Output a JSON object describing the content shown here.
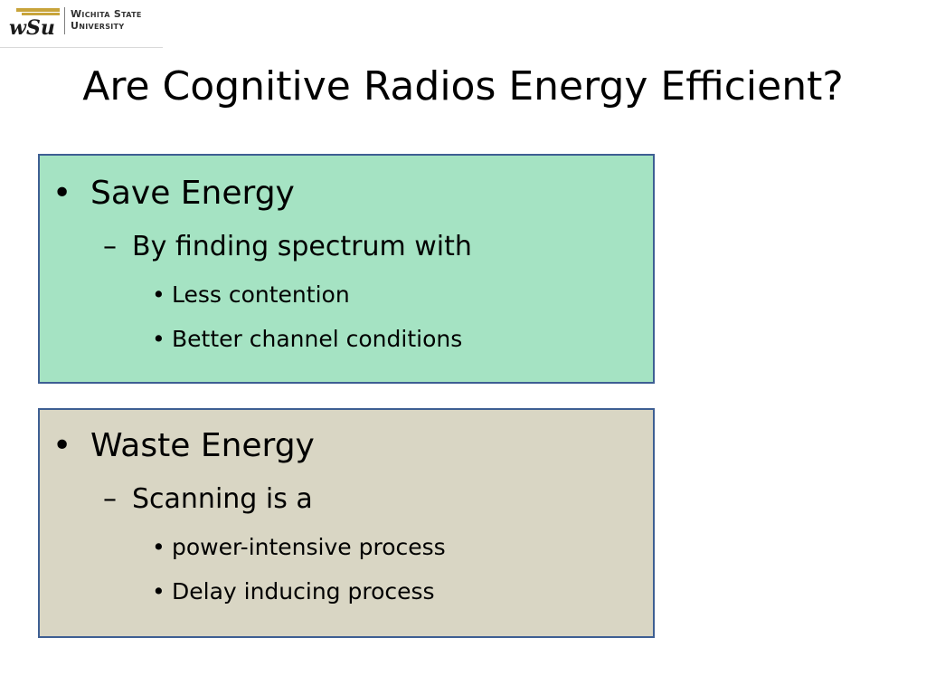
{
  "header": {
    "logo_line1": "Wichita State",
    "logo_line2": "University"
  },
  "slide": {
    "title": "Are Cognitive Radios Energy Efficient?"
  },
  "boxes": [
    {
      "bullet": "Save Energy",
      "sub": "By finding spectrum with",
      "items": [
        "Less contention",
        "Better channel conditions"
      ]
    },
    {
      "bullet": "Waste Energy",
      "sub": "Scanning is a",
      "items": [
        "power-intensive process",
        "Delay inducing process"
      ]
    }
  ],
  "markers": {
    "level1": "•",
    "level2": "–",
    "level3": "•"
  },
  "colors": {
    "box_save_bg": "#a5e3c3",
    "box_waste_bg": "#d9d6c4",
    "box_border": "#3e5f93",
    "logo_gold": "#c8a43b"
  }
}
